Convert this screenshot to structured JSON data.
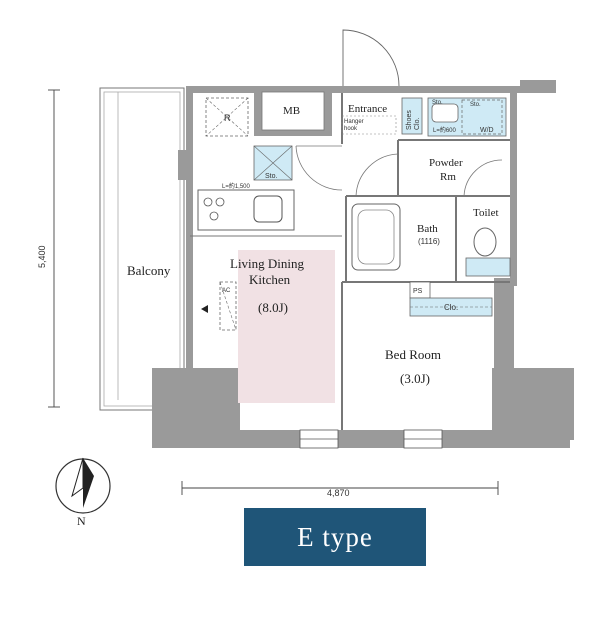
{
  "plan": {
    "rooms": {
      "balcony": "Balcony",
      "ldk_line1": "Living Dining",
      "ldk_line2": "Kitchen",
      "ldk_size": "(8.0J)",
      "bedroom": "Bed Room",
      "bedroom_size": "(3.0J)",
      "entrance": "Entrance",
      "powder_line1": "Powder",
      "powder_line2": "Rm",
      "bath": "Bath",
      "bath_size": "(1116)",
      "toilet": "Toilet",
      "mb": "MB"
    },
    "small_labels": {
      "refrigerator": "R",
      "storage_kitchen": "Sto.",
      "kitchen_length": "L=約1,500",
      "hanger_line1": "Hanger",
      "hanger_line2": "hook",
      "shoes_line1": "Shoes",
      "shoes_line2": "Clo.",
      "storage_powder": "Sto.",
      "storage_powder2": "Sto.",
      "powder_length": "L=約600",
      "washer": "W/D",
      "ps": "PS",
      "closet": "Clo.",
      "ac": "AC"
    },
    "dimensions": {
      "depth": "5,400",
      "width": "4,870"
    },
    "compass": "N"
  },
  "type_label": "E type",
  "colors": {
    "wall": "#9a9a9a",
    "ldk_fill": "#f1e1e4",
    "storage_fill": "#cfeaf5",
    "badge": "#1f5578"
  }
}
